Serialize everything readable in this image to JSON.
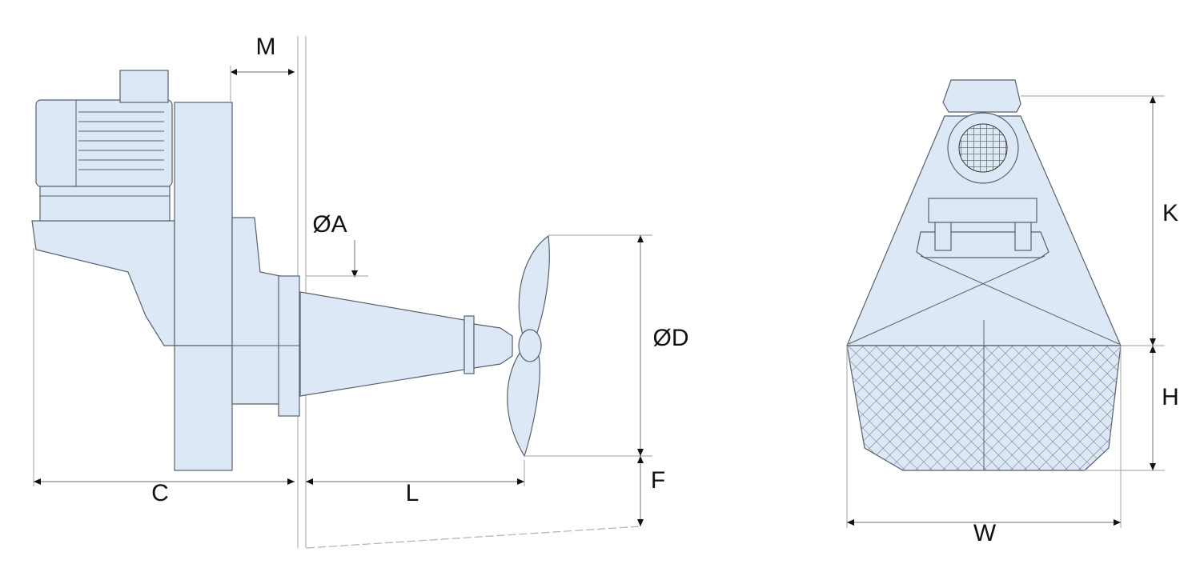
{
  "diagram": {
    "side_view": {
      "labels": {
        "M": "M",
        "A": "ØA",
        "D": "ØD",
        "C": "C",
        "L": "L",
        "F": "F"
      }
    },
    "front_view": {
      "labels": {
        "K": "K",
        "H": "H",
        "W": "W"
      }
    },
    "colors": {
      "body_fill": "#dde8f6",
      "outline": "#5a6068",
      "dimension": "#8a8a8a"
    }
  }
}
